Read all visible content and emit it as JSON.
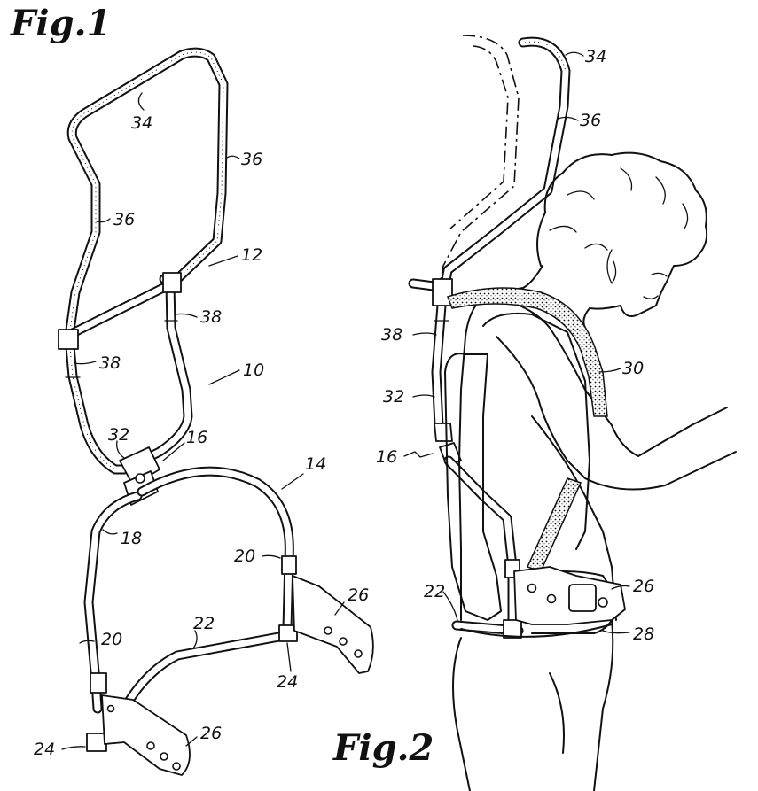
{
  "figures": [
    {
      "id": "fig1",
      "title": "Fig.1"
    },
    {
      "id": "fig2",
      "title": "Fig.2"
    }
  ],
  "fig1_refs": {
    "r34": "34",
    "r36a": "36",
    "r36b": "36",
    "r12": "12",
    "r38a": "38",
    "r38b": "38",
    "r10": "10",
    "r32": "32",
    "r16": "16",
    "r14": "14",
    "r18": "18",
    "r20a": "20",
    "r20b": "20",
    "r22": "22",
    "r26a": "26",
    "r24a": "24",
    "r24b": "24",
    "r26b": "26"
  },
  "fig2_refs": {
    "r34": "34",
    "r36": "36",
    "r38": "38",
    "r30": "30",
    "r32": "32",
    "r16": "16",
    "r22": "22",
    "r26": "26",
    "r28": "28"
  }
}
